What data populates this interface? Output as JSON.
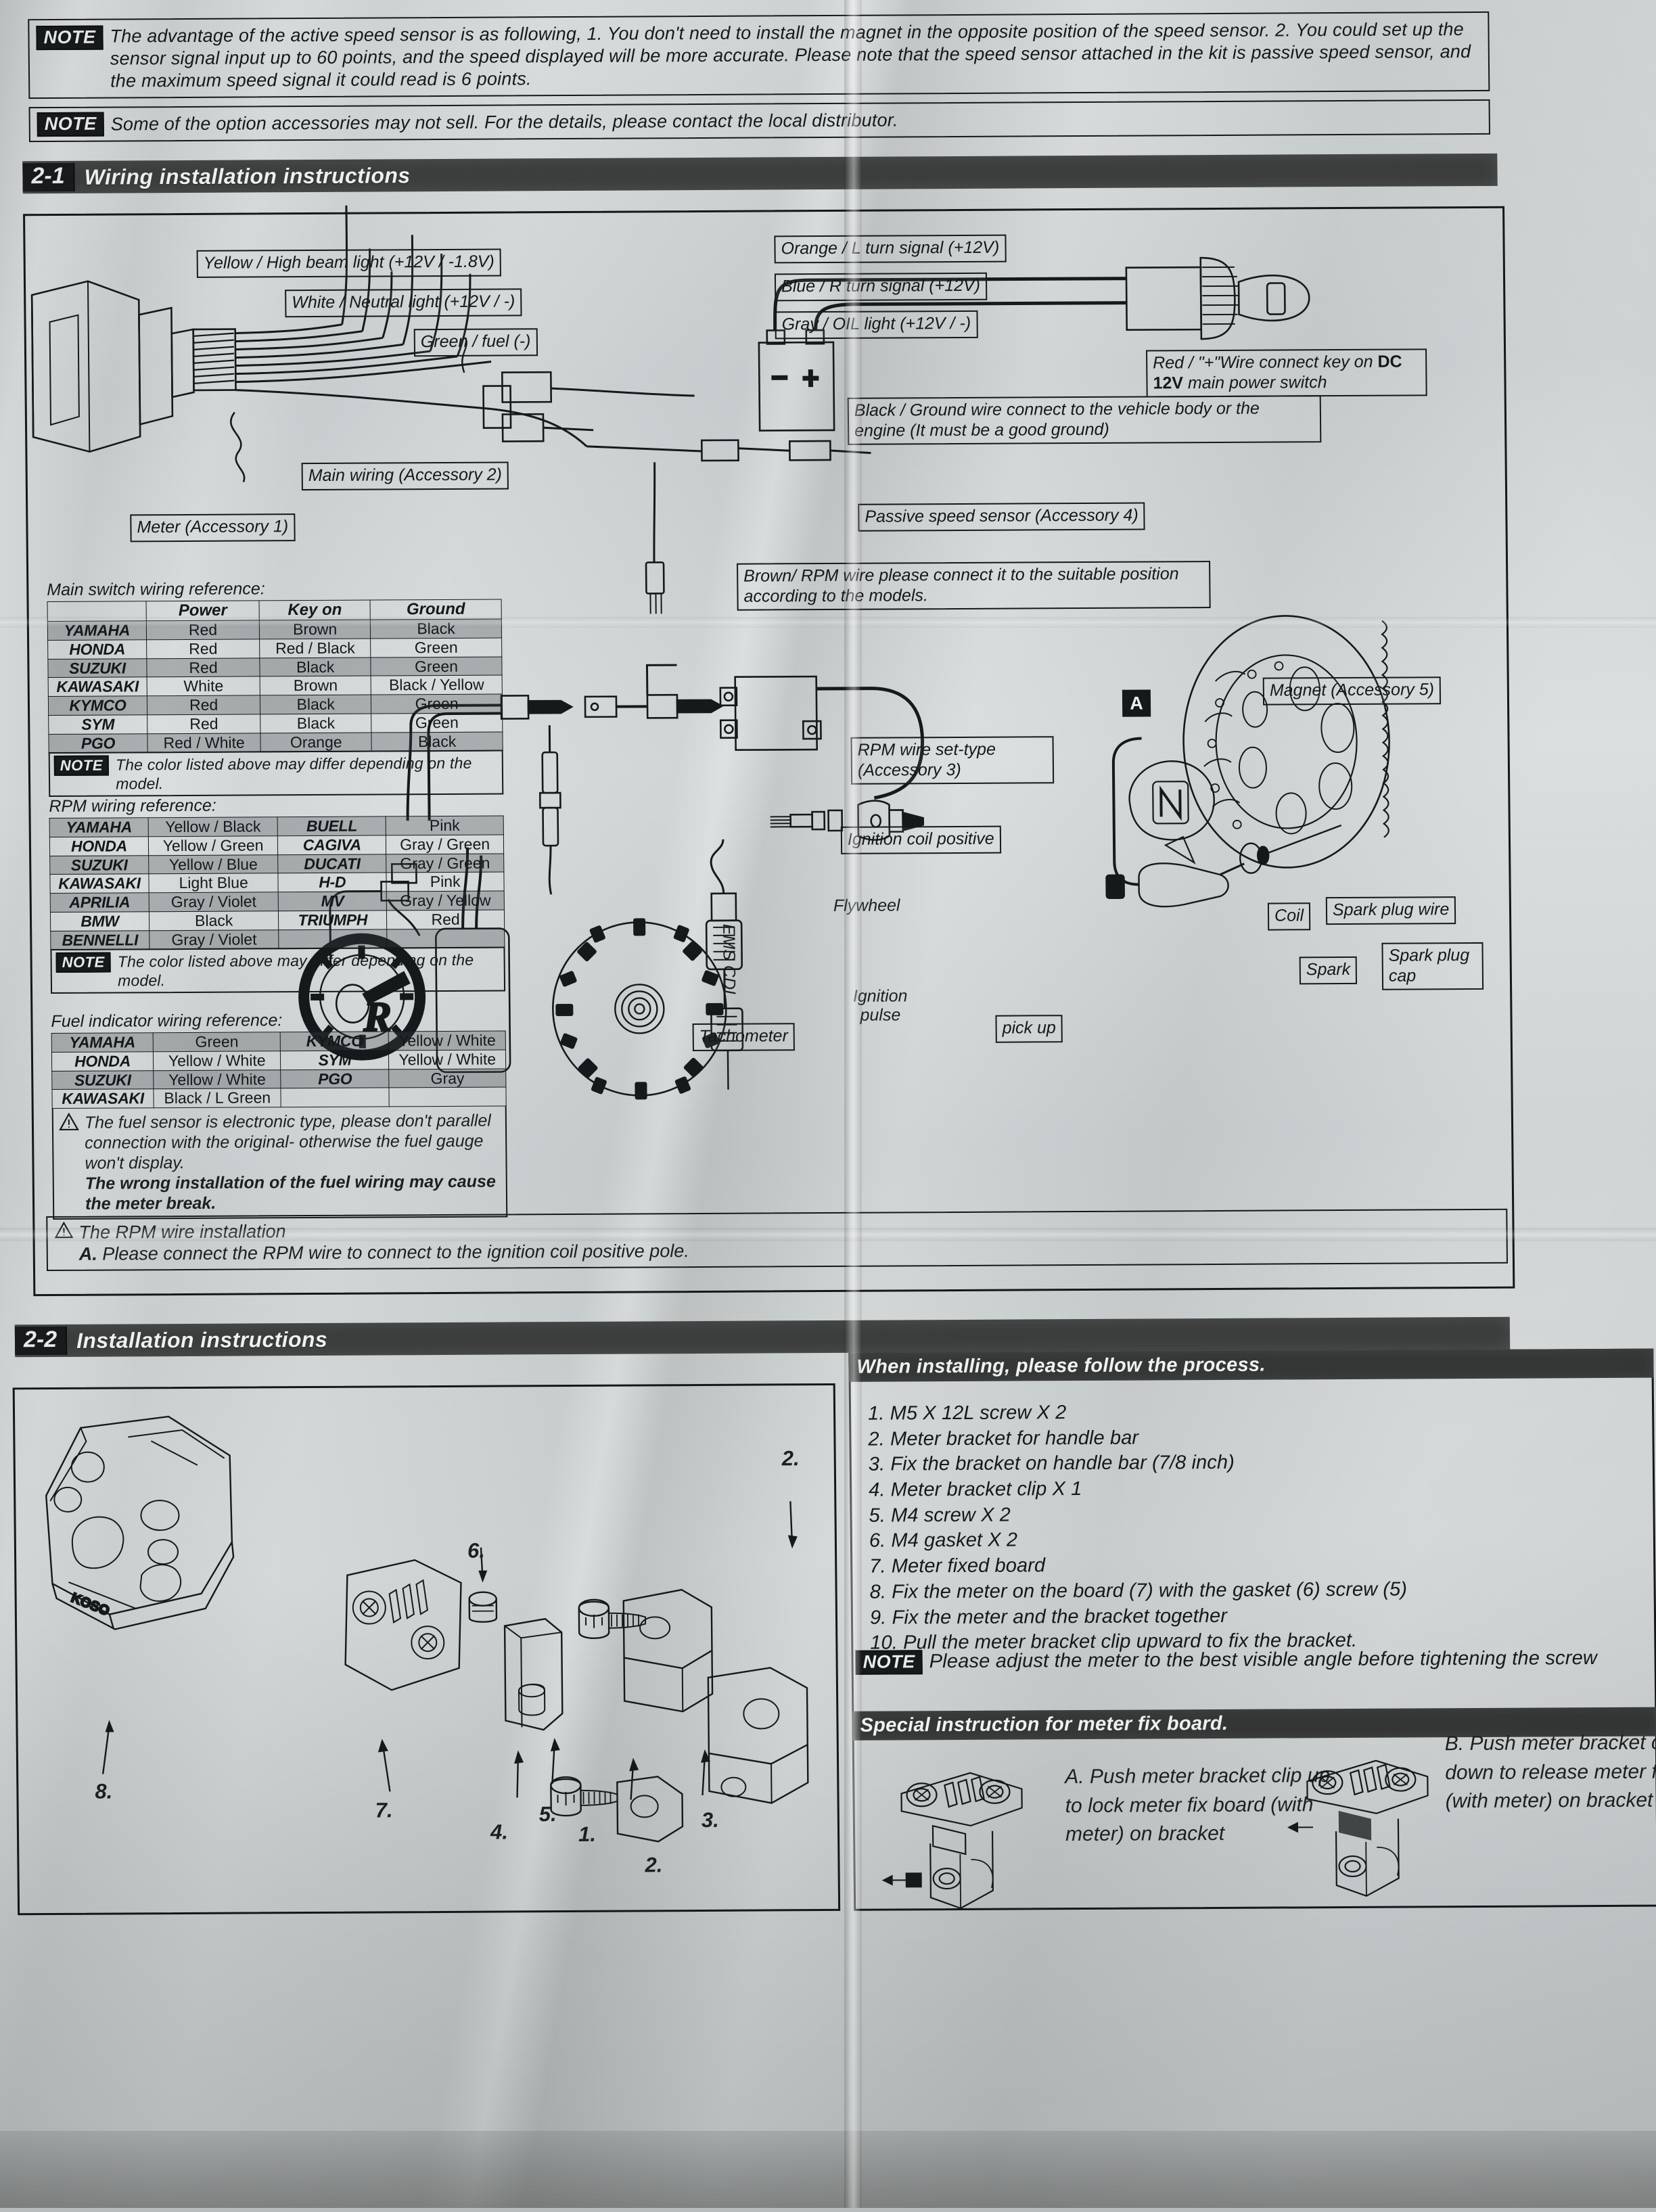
{
  "document": {
    "title": "Motorcycle meter wiring & installation instruction sheet",
    "brand_on_meter": "KOSO"
  },
  "top_notes": [
    {
      "tag": "NOTE",
      "text": "The advantage of the active speed sensor is as following, 1. You don't need to install the magnet in the opposite position of the speed sensor. 2. You could set up the sensor signal input up to 60 points, and the speed displayed will be more accurate. Please note that the speed sensor attached in the kit is passive speed sensor, and the maximum speed signal it could read is 6 points."
    },
    {
      "tag": "NOTE",
      "text": "Some of the option accessories may not sell. For the details, please contact the local distributor."
    }
  ],
  "section_2_1": {
    "number": "2-1",
    "title": "Wiring installation instructions",
    "wire_labels": [
      "Yellow / High beam light (+12V / -1.8V)",
      "White / Neutral light (+12V / -)",
      "Green / fuel (-)",
      "Orange / L turn signal (+12V)",
      "Blue / R turn signal (+12V)",
      "Gray / OIL light (+12V / -)"
    ],
    "label_meter": "Meter (Accessory 1)",
    "label_main_wiring": "Main wiring (Accessory 2)",
    "label_ground": "Black / Ground wire connect to the vehicle body or the engine (It must be a good ground)",
    "label_red_power_line1": "Red / \"+\"Wire connect key on",
    "label_red_power_bold": "DC 12V",
    "label_red_power_line2": "main power switch",
    "label_passive_sensor": "Passive speed sensor (Accessory 4)",
    "label_magnet": "Magnet (Accessory 5)",
    "label_brown_rpm": "Brown/ RPM wire please connect it to the suitable position according to the models.",
    "label_rpm_set_type": "RPM wire set-type (Accessory 3)",
    "label_ignition_coil_positive": "Ignition coil positive",
    "label_marker_a": "A",
    "label_coil": "Coil",
    "label_spark_plug_wire": "Spark plug wire",
    "label_spark": "Spark",
    "label_spark_plug_cap": "Spark plug cap",
    "label_tachometer": "Tachometer",
    "label_ems_cdi": "EMS CDI",
    "label_flywheel": "Flywheel",
    "label_ignition_pulse": "Ignition pulse",
    "label_pickup": "pick up",
    "tach_logo": "R",
    "battery_minus": "-",
    "battery_plus": "+"
  },
  "main_switch_table": {
    "caption": "Main switch wiring reference:",
    "headers": [
      "",
      "Power",
      "Key on",
      "Ground"
    ],
    "rows": [
      [
        "YAMAHA",
        "Red",
        "Brown",
        "Black"
      ],
      [
        "HONDA",
        "Red",
        "Red / Black",
        "Green"
      ],
      [
        "SUZUKI",
        "Red",
        "Black",
        "Green"
      ],
      [
        "KAWASAKI",
        "White",
        "Brown",
        "Black / Yellow"
      ],
      [
        "KYMCO",
        "Red",
        "Black",
        "Green"
      ],
      [
        "SYM",
        "Red",
        "Black",
        "Green"
      ],
      [
        "PGO",
        "Red / White",
        "Orange",
        "Black"
      ]
    ],
    "note_tag": "NOTE",
    "note_text": "The color listed above may differ depending on the model."
  },
  "rpm_table": {
    "caption": "RPM wiring reference:",
    "rows": [
      [
        "YAMAHA",
        "Yellow / Black",
        "BUELL",
        "Pink"
      ],
      [
        "HONDA",
        "Yellow / Green",
        "CAGIVA",
        "Gray / Green"
      ],
      [
        "SUZUKI",
        "Yellow / Blue",
        "DUCATI",
        "Gray / Green"
      ],
      [
        "KAWASAKI",
        "Light Blue",
        "H-D",
        "Pink"
      ],
      [
        "APRILIA",
        "Gray / Violet",
        "MV",
        "Gray / Yellow"
      ],
      [
        "BMW",
        "Black",
        "TRIUMPH",
        "Red"
      ],
      [
        "BENNELLI",
        "Gray / Violet",
        "",
        ""
      ]
    ],
    "note_tag": "NOTE",
    "note_text": "The color listed above may differ depending on the model."
  },
  "fuel_table": {
    "caption": "Fuel indicator wiring reference:",
    "rows": [
      [
        "YAMAHA",
        "Green",
        "KYMCO",
        "Yellow / White"
      ],
      [
        "HONDA",
        "Yellow / White",
        "SYM",
        "Yellow / White"
      ],
      [
        "SUZUKI",
        "Yellow / White",
        "PGO",
        "Gray"
      ],
      [
        "KAWASAKI",
        "Black / L Green",
        "",
        ""
      ]
    ],
    "warning": "The fuel sensor is electronic type, please don't parallel connection with the original- otherwise the fuel gauge won't display.",
    "warning_bold": "The wrong installation of the fuel wiring may cause the meter break."
  },
  "rpm_install_warning": {
    "line1": "The RPM wire installation",
    "line2_bold": "A.",
    "line2": "Please connect the RPM wire  to connect to the ignition coil positive pole."
  },
  "section_2_2": {
    "number": "2-2",
    "title": "Installation instructions",
    "process_header": "When installing, please follow the process.",
    "steps": [
      "1. M5 X 12L screw X 2",
      "2. Meter bracket for handle bar",
      "3. Fix the bracket on handle bar (7/8 inch)",
      "4. Meter bracket clip X 1",
      "5. M4 screw X 2",
      "6. M4 gasket X 2",
      "7. Meter fixed board",
      "8. Fix the meter on the board (7) with the gasket (6) screw (5)",
      "9. Fix the meter and the bracket together",
      "10. Pull the meter bracket clip upward to fix the bracket."
    ],
    "note_tag": "NOTE",
    "note_text": "Please adjust the meter to the best visible angle before tightening the screw",
    "special_header": "Special instruction for meter fix board.",
    "special_a": "A. Push meter bracket clip up to lock meter fix board (with meter) on bracket",
    "special_b": "B. Push meter bracket clip down to release meter fix board (with meter) on bracket",
    "callout_numbers": [
      "8.",
      "7.",
      "6.",
      "5.",
      "4.",
      "1.",
      "2.",
      "3.",
      "2."
    ]
  },
  "colors": {
    "paper": "#d2d7d8",
    "ink": "#15181a",
    "bar_dark": "#3a3d3c",
    "tag_dark": "#16191a"
  }
}
